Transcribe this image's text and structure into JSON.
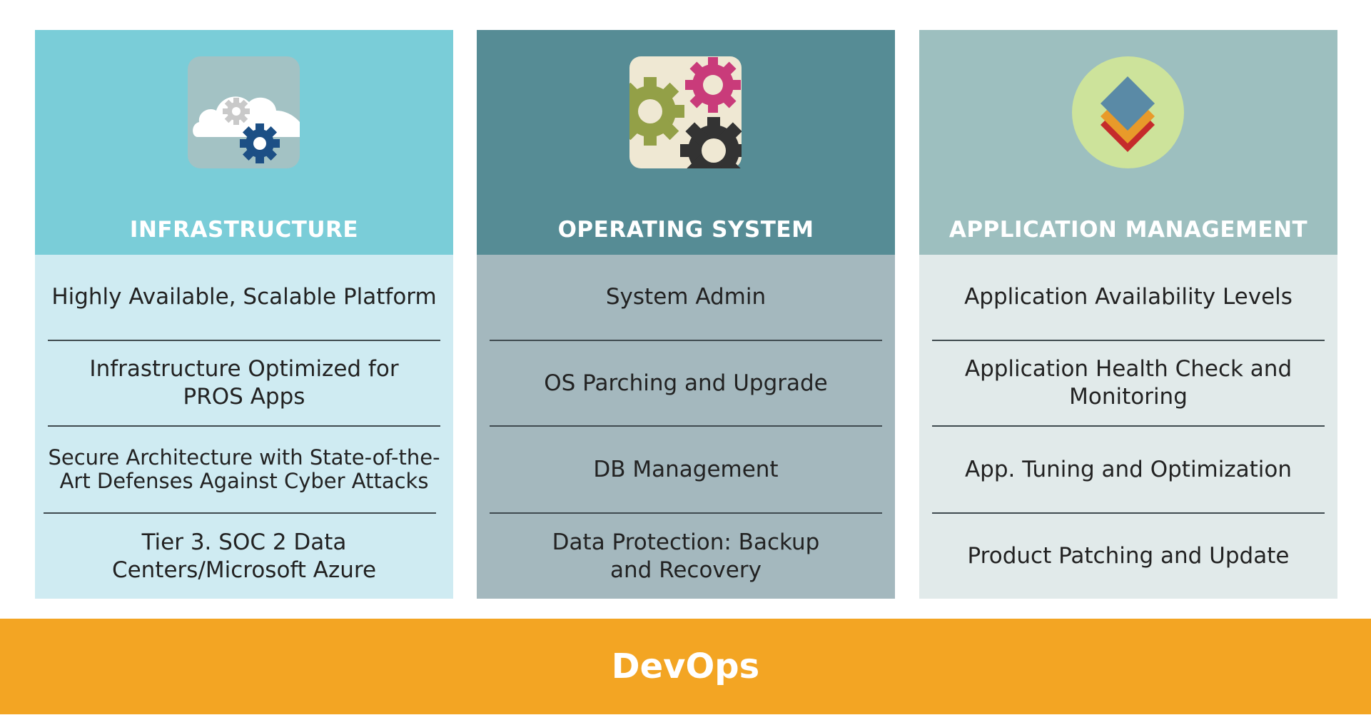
{
  "colors": {
    "infra_header": "#7acdd8",
    "infra_body": "#cfebf2",
    "os_header": "#568c95",
    "os_body": "#a4b8be",
    "app_header": "#9dbfbf",
    "app_body": "#e1eaea",
    "devops": "#f3a523"
  },
  "columns": [
    {
      "title": "INFRASTRUCTURE",
      "icon": "cloud-gears-icon",
      "items": [
        "Highly Available, Scalable Platform",
        "Infrastructure Optimized for PROS Apps",
        "Secure Architecture with State-of-the-Art Defenses Against Cyber Attacks",
        "Tier 3. SOC 2 Data Centers/Microsoft Azure"
      ]
    },
    {
      "title": "OPERATING SYSTEM",
      "icon": "gears-icon",
      "items": [
        "System Admin",
        "OS Parching and Upgrade",
        "DB Management",
        "Data Protection: Backup and Recovery"
      ]
    },
    {
      "title": "APPLICATION MANAGEMENT",
      "icon": "layers-icon",
      "items": [
        "Application Availability Levels",
        "Application Health Check and Monitoring",
        "App. Tuning and Optimization",
        "Product Patching and Update"
      ]
    }
  ],
  "devops": {
    "label": "DevOps"
  }
}
